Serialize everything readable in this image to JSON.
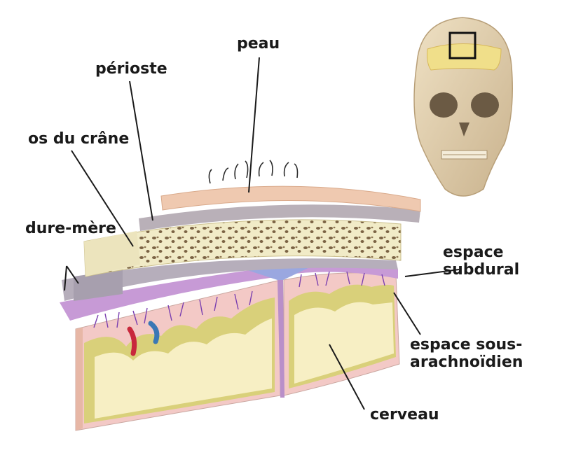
{
  "labels": {
    "peau": "peau",
    "perioste": "périoste",
    "os_du_crane": "os du crâne",
    "dure_mere": "dure-mère",
    "espace_subdural_1": "espace",
    "espace_subdural_2": "subdural",
    "espace_sous_arachnoidien_1": "espace sous-",
    "espace_sous_arachnoidien_2": "arachnoïdien",
    "cerveau": "cerveau"
  },
  "colors": {
    "skin": "#efc9b0",
    "skin_dark": "#d9a98a",
    "periosteum": "#b9b0b8",
    "bone": "#f1ebc7",
    "bone_pore": "#7b6344",
    "dura": "#b6aebb",
    "arachnoid": "#c79ad6",
    "brain_gray": "#f3c9c6",
    "brain_white": "#f7efc4",
    "brain_mid": "#d9d07a",
    "vessel_red": "#c8283c",
    "vessel_blue": "#3a78b5",
    "skull": "#e3d2b2"
  }
}
